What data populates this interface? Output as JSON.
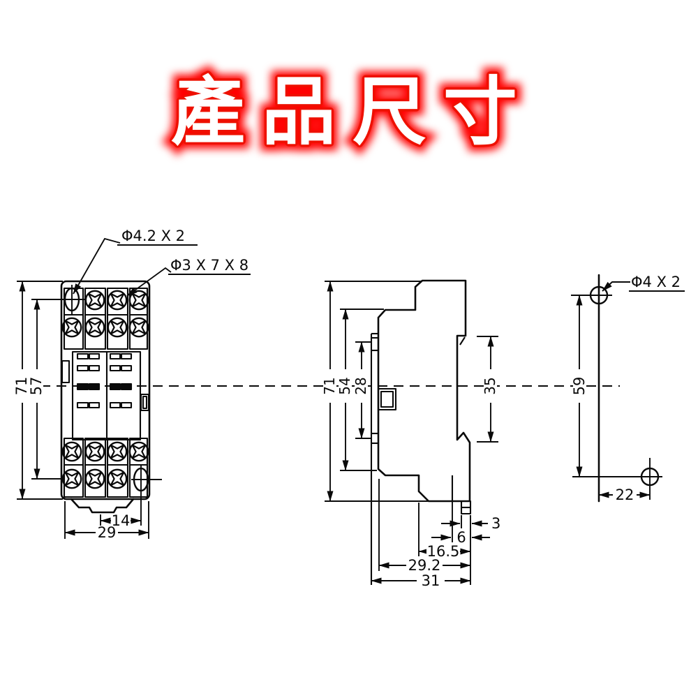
{
  "title": {
    "text": "產品尺寸",
    "text_color": "#ffffff",
    "glow_color": "#ff0000"
  },
  "drawing": {
    "line_color": "#0a0a0a",
    "front_view": {
      "leader_oval_hole": "Φ4.2 X 2",
      "leader_screw": "Φ3 X 7 X 8",
      "overall_height": "71",
      "mount_hole_spacing": "57",
      "slot_width": "14",
      "overall_width": "29"
    },
    "side_view": {
      "overall_height": "71",
      "body_height": "54",
      "plate_height": "28",
      "din_rail_height": "35",
      "foot_width": "3",
      "foot_offset": "6",
      "depth_front": "16.5",
      "depth_mid": "29.2",
      "overall_depth": "31"
    },
    "mount_view": {
      "leader_hole": "Φ4 X 2",
      "hole_spacing_vertical": "59",
      "hole_spacing_horizontal": "22"
    }
  }
}
